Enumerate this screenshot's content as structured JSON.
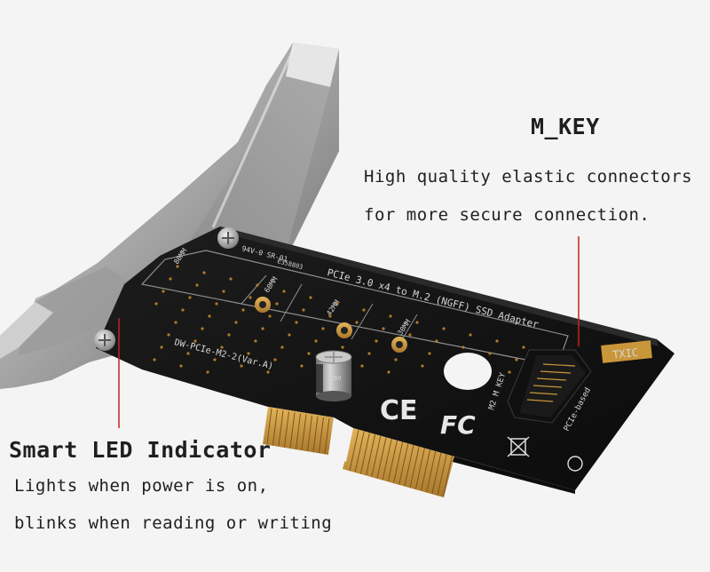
{
  "mkey": {
    "title": "M_KEY",
    "line1": "High quality elastic connectors",
    "line2": "for more secure connection."
  },
  "led": {
    "title": "Smart LED Indicator",
    "line1": "Lights when power is on,",
    "line2": "blinks when reading or writing"
  },
  "pcb": {
    "adapter_label": "PCIe 3.0 x4 to M.2 (NGFF) SSD Adapter",
    "model_label": "DW-PCIe-M2-2(Var.A)",
    "cert_code": "94V-0 SR-01",
    "cert_code2": "E358803",
    "brand": "TXIC",
    "slot_key": "M2 M KEY",
    "pcie_label": "PCIe-based",
    "size_80": "80MM",
    "size_60": "60MM",
    "size_42": "42MM",
    "size_30": "30MM",
    "ce_mark": "CE",
    "fc_mark": "FC",
    "cap_label": "25V"
  },
  "colors": {
    "pcb": "#131313",
    "gold": "#c9963a",
    "bracket": "#b9b9b9",
    "callout": "#cc1f1f"
  }
}
